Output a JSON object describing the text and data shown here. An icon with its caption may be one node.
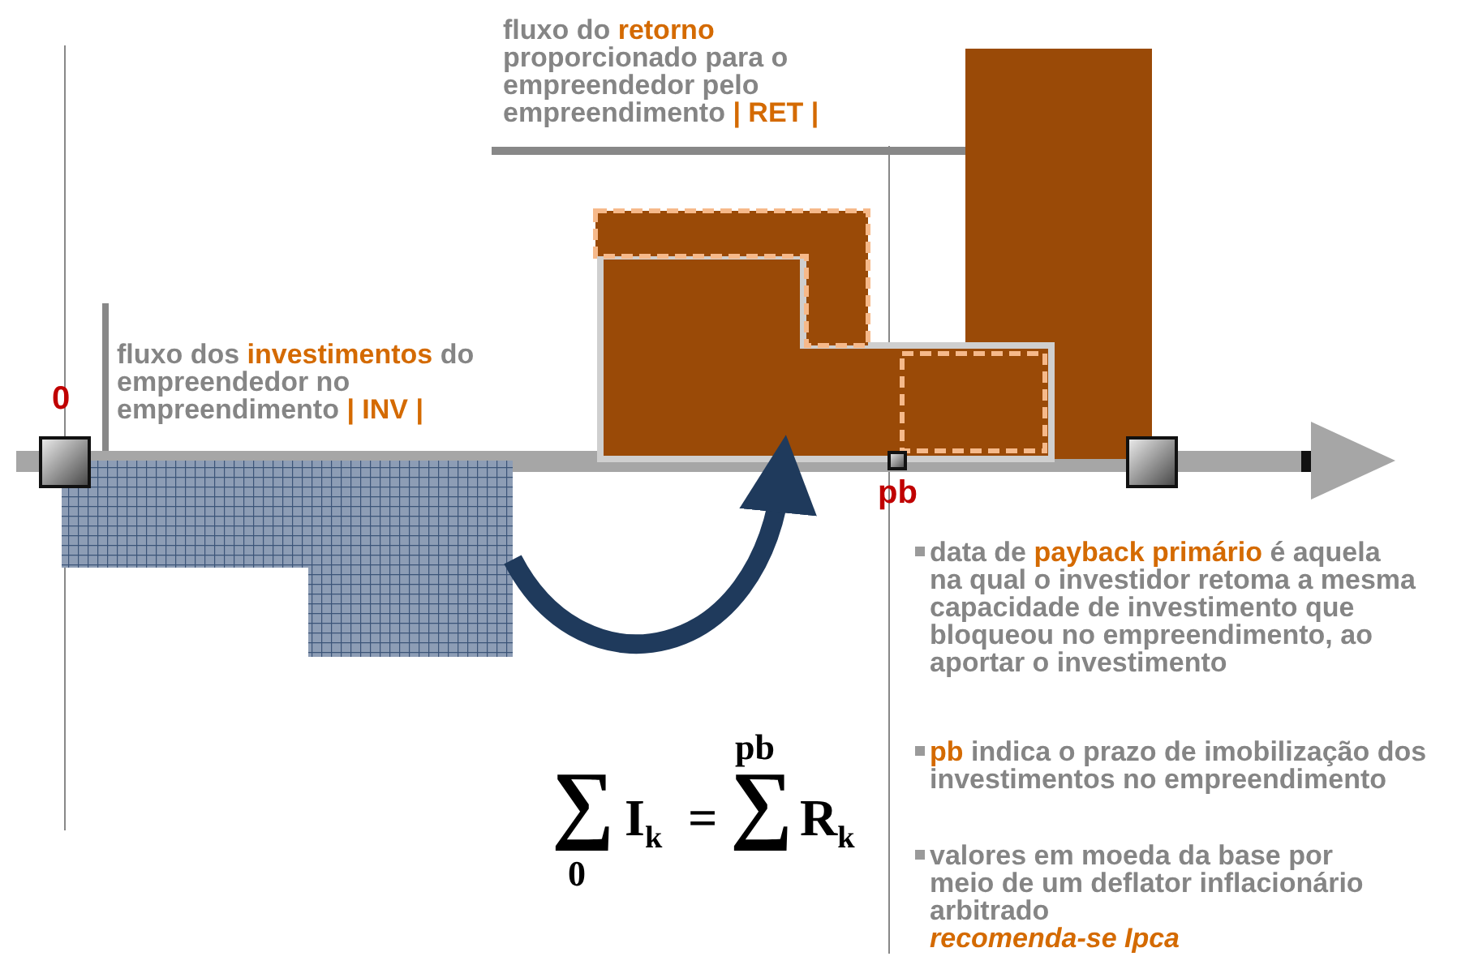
{
  "diagram": {
    "nodes": [
      {
        "text": [],
        "shape": "box"
      },
      {
        "text": [],
        "shape": "box"
      }
    ],
    "edges": [
      {
        "from": 0,
        "to": 1,
        "arrow": "to"
      }
    ],
    "labels": [
      "fluxo do **retorno** proporcionado para o empreendedor pelo empreendimento **| RET |**",
      "fluxo dos **investimentos** do empreendedor no empreendimento **| INV |**",
      "0",
      "pb",
      "data de **payback primário** é aquela na qual o investidor retoma a mesma capacidade de investimento que bloqueou no empreendimento, ao aportar o investimento",
      "**pb** indica o prazo de imobilização dos investimentos no empreendimento",
      "valores em moeda da base por meio de um deflator inflacionário arbitrado",
      "recomenda-se Ipca",
      "∑",
      "0",
      "I$_{k}$",
      "=",
      "∑",
      "pb",
      "R$_{k}$"
    ]
  }
}
